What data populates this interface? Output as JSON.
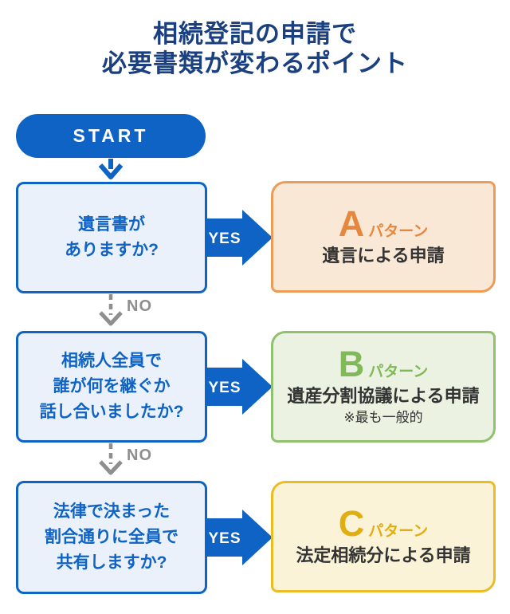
{
  "title": {
    "line1": "相続登記の申請で",
    "line2": "必要書類が変わるポイント"
  },
  "start": {
    "label": "START"
  },
  "labels": {
    "yes": "YES",
    "no": "NO"
  },
  "questions": [
    {
      "lines": [
        "遺言書が",
        "ありますか?"
      ]
    },
    {
      "lines": [
        "相続人全員で",
        "誰が何を継ぐか",
        "話し合いましたか?"
      ]
    },
    {
      "lines": [
        "法律で決まった",
        "割合通りに全員で",
        "共有しますか?"
      ]
    }
  ],
  "patterns": [
    {
      "letter": "A",
      "suffix": "パターン",
      "title": "遺言による申請",
      "note": "",
      "accent": "#E7873D",
      "border": "#EC9C58",
      "background": "#FAE8D6"
    },
    {
      "letter": "B",
      "suffix": "パターン",
      "title": "遺産分割協議による申請",
      "note": "※最も一般的",
      "accent": "#7FB958",
      "border": "#90C070",
      "background": "#EBF2E1"
    },
    {
      "letter": "C",
      "suffix": "パターン",
      "title": "法定相続分による申請",
      "note": "",
      "accent": "#E1AE12",
      "border": "#EABD25",
      "background": "#FAF3D7"
    }
  ],
  "colors": {
    "flow_blue": "#0E63C5",
    "question_fill": "#EAF1FA",
    "title_navy": "#1B4080",
    "no_gray": "#8E8E8E",
    "text_dark": "#333333"
  }
}
